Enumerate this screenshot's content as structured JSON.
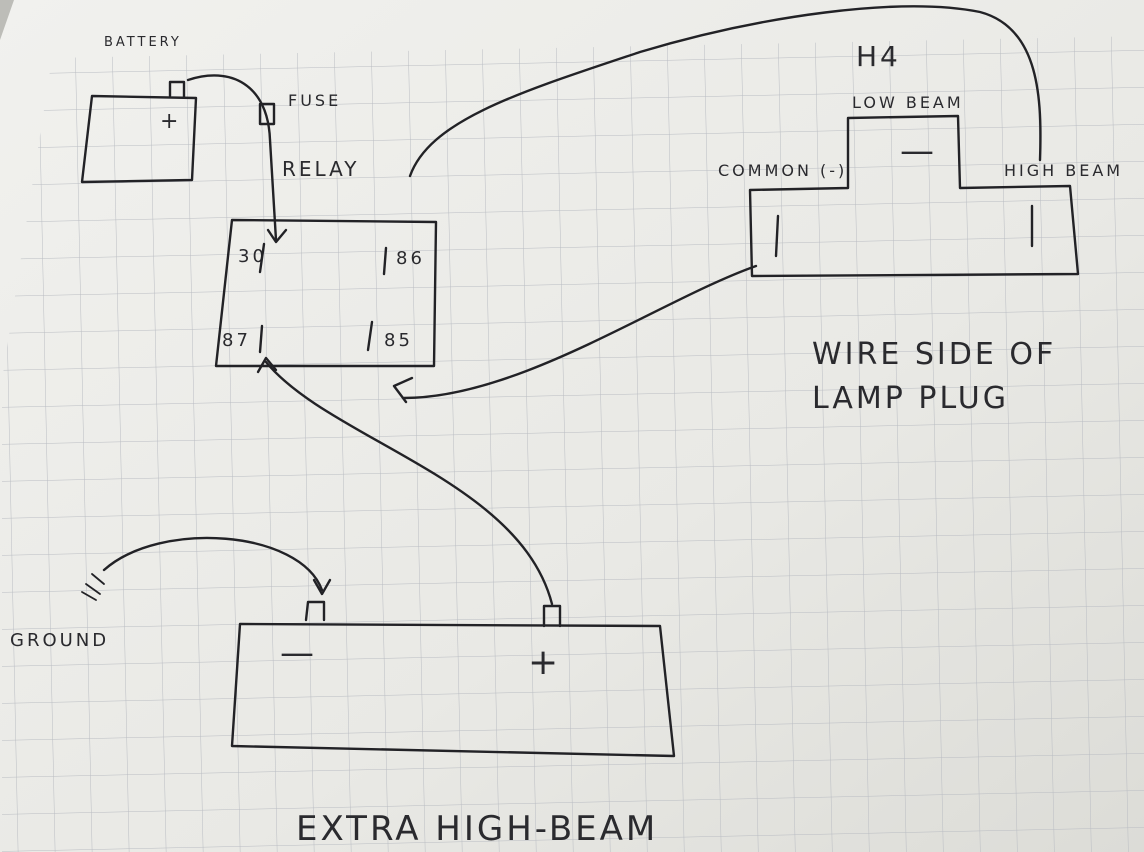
{
  "diagram": {
    "title": "GETZ",
    "labels": {
      "battery": "BATTERY",
      "battery_plus": "+",
      "fuse": "FUSE",
      "relay": "RELAY",
      "pin_30": "30",
      "pin_86": "86",
      "pin_87": "87",
      "pin_85": "85",
      "h4": "H4",
      "low_beam": "LOW BEAM",
      "common": "COMMON (-)",
      "high_beam": "HIGH BEAM",
      "low_beam_mark": "—",
      "wire_side_line1": "WIRE SIDE OF",
      "wire_side_line2": "LAMP PLUG",
      "ground": "GROUND",
      "lamp_minus": "—",
      "lamp_plus": "+",
      "extra_high_beam": "EXTRA HIGH-BEAM"
    }
  }
}
